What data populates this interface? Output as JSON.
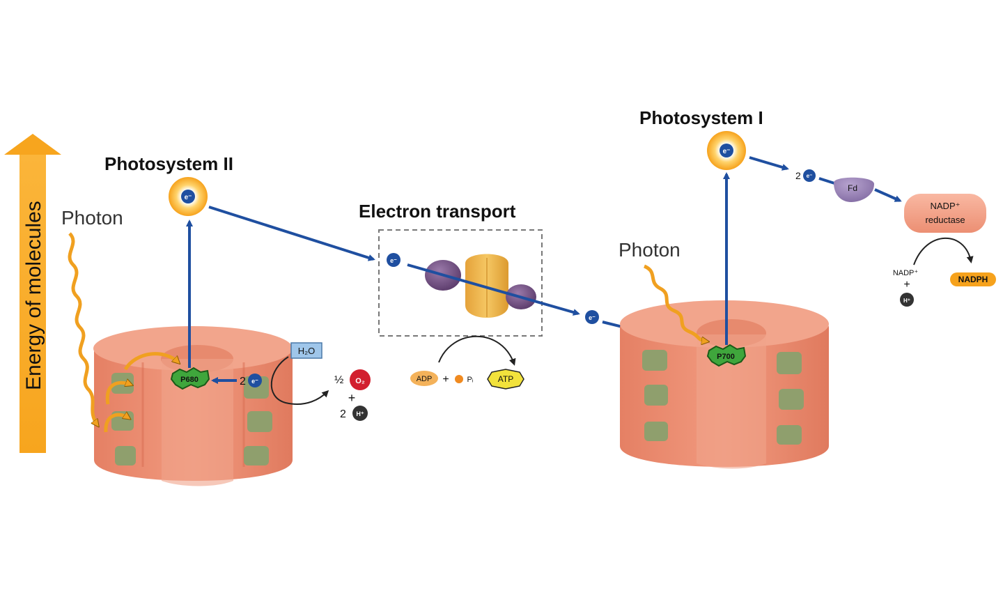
{
  "titles": {
    "photosystem_ii": "Photosystem II",
    "photosystem_i": "Photosystem I",
    "electron_transport": "Electron transport"
  },
  "axis": {
    "energy_label": "Energy of molecules"
  },
  "photons": {
    "left": "Photon",
    "right": "Photon"
  },
  "electron": "e⁻",
  "reaction_centers": {
    "p680": "P680",
    "p700": "P700"
  },
  "water_split": {
    "water": "H₂O",
    "two": "2",
    "half": "½",
    "oxygen": "O₂",
    "plus": "+",
    "two_h": "2",
    "h_plus": "H⁺"
  },
  "atp_synthesis": {
    "adp": "ADP",
    "plus": "+",
    "pi": "Pᵢ",
    "atp": "ATP"
  },
  "ps1_output": {
    "two": "2",
    "fd": "Fd",
    "reductase_line1": "NADP⁺",
    "reductase_line2": "reductase",
    "nadp": "NADP⁺",
    "plus": "+",
    "h_plus": "H⁺",
    "nadph": "NADPH"
  },
  "colors": {
    "arrow_blue": "#1f4fa0",
    "energy_orange": "#f4a623",
    "membrane": "#e8896e",
    "chlorophyll": "#8a9a6a",
    "ets_protein": "#e9b24a",
    "ets_purple": "#6e4f7e"
  }
}
